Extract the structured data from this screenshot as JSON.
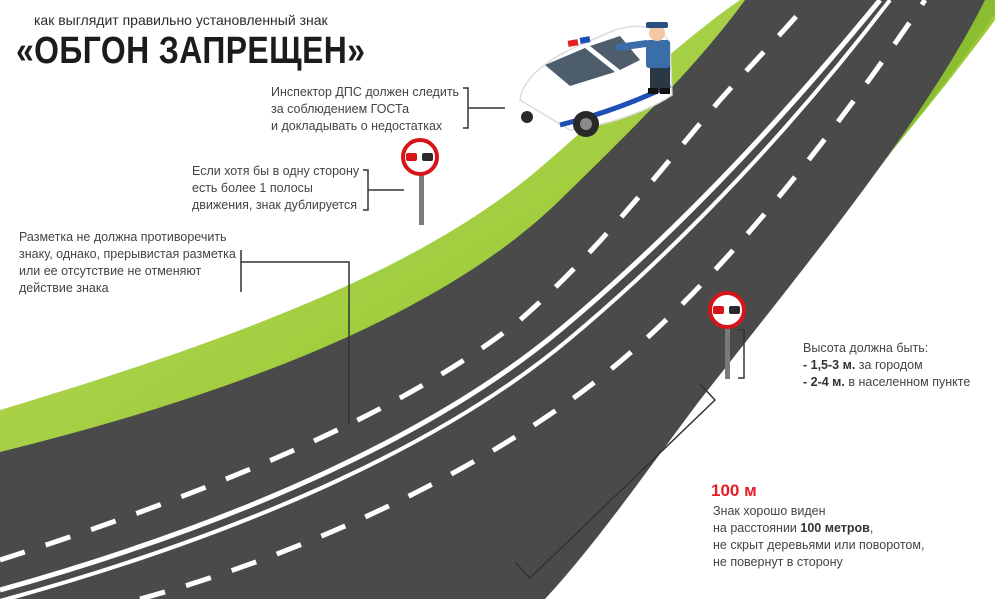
{
  "header": {
    "subtitle": "как выглядит правильно установленный знак",
    "title": "«ОБГОН ЗАПРЕЩЕН»"
  },
  "notes": {
    "inspector": [
      "Инспектор ДПС должен следить",
      "за соблюдением ГОСТа",
      "и докладывать о недостатках"
    ],
    "duplicate": [
      "Если хотя бы в одну сторону",
      "есть более 1 полосы",
      "движения, знак дублируется"
    ],
    "markings": [
      "Разметка не должна противоречить",
      "знаку, однако, прерывистая разметка",
      "или ее отсутствие не отменяют",
      "действие знака"
    ],
    "height": {
      "intro": "Высота должна быть:",
      "rural_value": "- 1,5-3 м.",
      "rural_text": " за городом",
      "urban_value": "- 2-4 м.",
      "urban_text": " в населенном пункте"
    },
    "visibility": {
      "distance": "100 м",
      "line1": "Знак хорошо виден",
      "line2_pre": "на расстоянии ",
      "line2_value": "100 метров",
      "line2_post": ",",
      "line3": "не скрыт деревьями или поворотом,",
      "line4": "не повернут в сторону"
    }
  },
  "icons": {
    "sign_top": "no-overtaking-sign-icon",
    "sign_bottom": "no-overtaking-sign-icon",
    "police_car": "police-car-icon",
    "inspector": "traffic-inspector-icon"
  },
  "colors": {
    "road": "#4a4a4a",
    "grass_light": "#a6d13e",
    "grass_dark": "#7bb52a",
    "sign_red": "#d7141a",
    "accent_red": "#e31e24"
  }
}
